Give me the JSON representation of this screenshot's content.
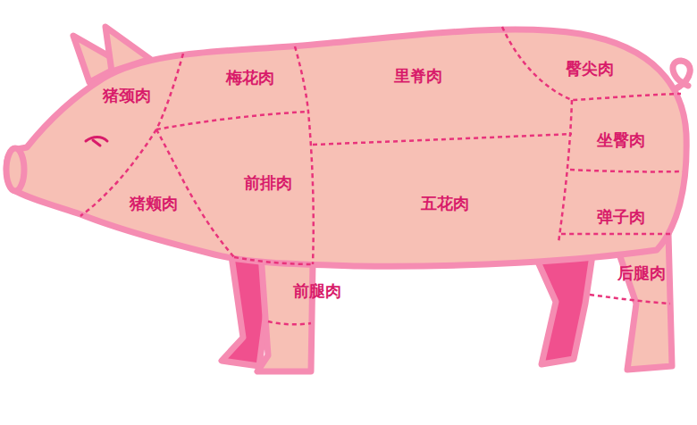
{
  "diagram": {
    "labels": [
      "猪颈肉",
      "梅花肉",
      "里脊肉",
      "臀尖肉",
      "坐臀肉",
      "猪颊肉",
      "前排肉",
      "五花肉",
      "弹子肉",
      "前腿肉",
      "后腿肉"
    ]
  }
}
